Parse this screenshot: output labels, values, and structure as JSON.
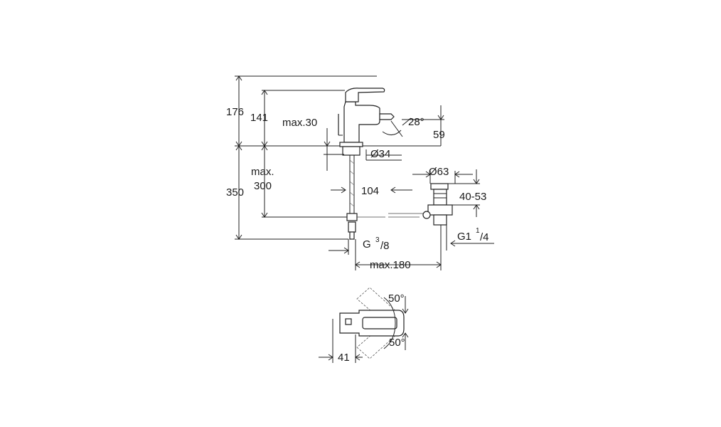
{
  "dimensions": {
    "total_height": "176",
    "spout_height": "141",
    "max_30": "max.30",
    "angle_spout": "28°",
    "spout_drop": "59",
    "bore": "Ø34",
    "max_label": "max.",
    "max_300": "300",
    "waste_diameter": "Ø63",
    "range_40_53": "40-53",
    "projection_104": "104",
    "overall_350": "350",
    "g_thread_g": "G",
    "g_thread_3": "3",
    "g_thread_8": "/8",
    "g1_thread_g1": "G1",
    "g1_thread_1": "1",
    "g1_thread_4": "/4",
    "max_180": "max.180",
    "angle_top": "50°",
    "angle_bottom": "50°",
    "offset_41": "41"
  }
}
